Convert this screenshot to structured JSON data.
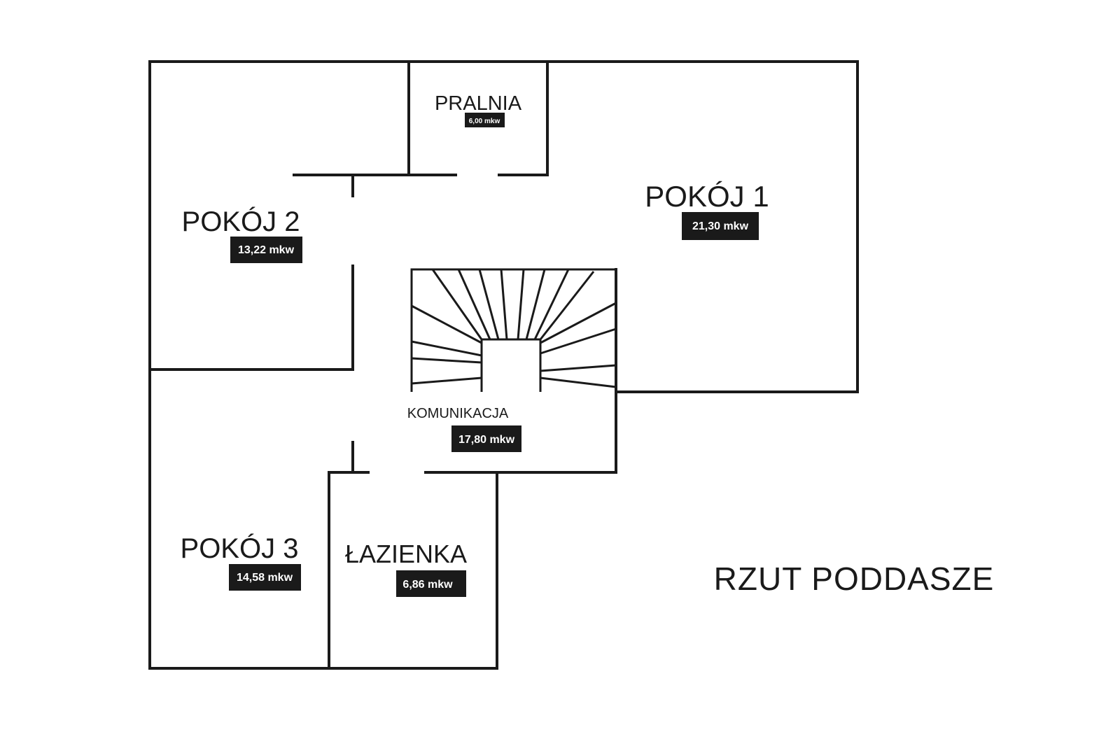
{
  "plan": {
    "title": "RZUT PODDASZE",
    "colors": {
      "wall": "#1a1a1a",
      "label_bg": "#1a1a1a",
      "label_text": "#ffffff",
      "background": "#ffffff"
    },
    "rooms": [
      {
        "id": "pralnia",
        "name": "PRALNIA",
        "area": "6,00 mkw"
      },
      {
        "id": "pokoj-1",
        "name": "POKÓJ 1",
        "area": "21,30 mkw"
      },
      {
        "id": "pokoj-2",
        "name": "POKÓJ 2",
        "area": "13,22 mkw"
      },
      {
        "id": "komunikacja",
        "name": "KOMUNIKACJA",
        "area": "17,80 mkw"
      },
      {
        "id": "pokoj-3",
        "name": "POKÓJ 3",
        "area": "14,58 mkw"
      },
      {
        "id": "lazienka",
        "name": "ŁAZIENKA",
        "area": "6,86 mkw"
      }
    ]
  }
}
